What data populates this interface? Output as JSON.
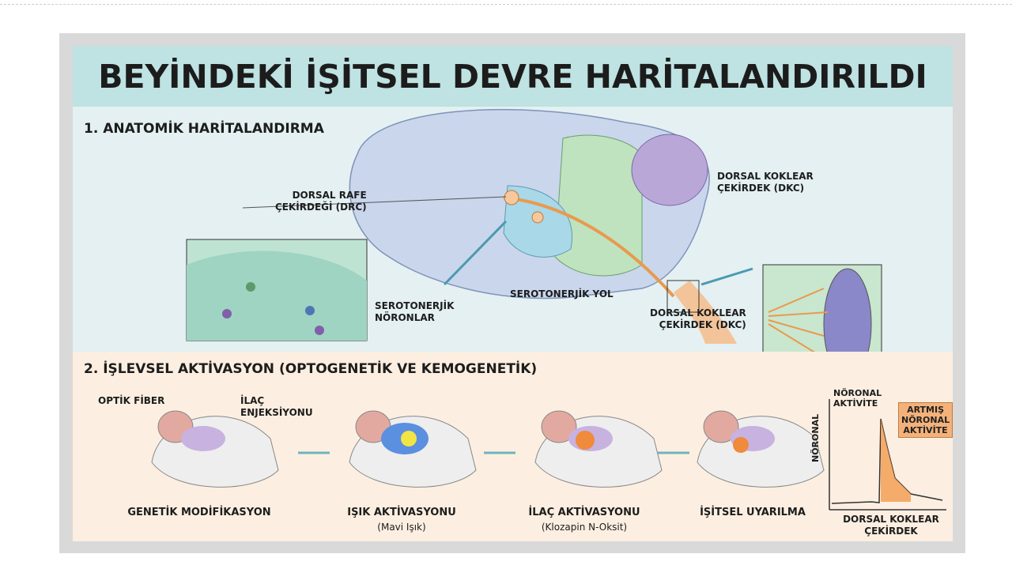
{
  "title": "BEYİNDEKİ İŞİTSEL DEVRE HARİTALANDIRILDI",
  "section1": {
    "heading": "1. ANATOMİK HARİTALANDIRMA",
    "labels": {
      "drc_line1": "DORSAL RAFE",
      "drc_line2": "ÇEKİRDEĞİ (DRC)",
      "dkc_top_line1": "DORSAL KOKLEAR",
      "dkc_top_line2": "ÇEKİRDEK (DKC)",
      "serotonergic_neurons_line1": "SEROTONERJİK",
      "serotonergic_neurons_line2": "NÖRONLAR",
      "serotonergic_path": "SEROTONERJİK YOL",
      "dkc_bottom_line1": "DORSAL KOKLEAR",
      "dkc_bottom_line2": "ÇEKİRDEK (DKC)"
    }
  },
  "section2": {
    "heading": "2. İŞLEVSEL AKTİVASYON (OPTOGENETİK VE KEMOGENETİK)",
    "optic_fiber": "OPTİK FİBER",
    "drug_injection_line1": "İLAÇ",
    "drug_injection_line2": "ENJEKSİYONU",
    "steps": [
      {
        "title": "GENETİK MODİFİKASYON",
        "subtitle": ""
      },
      {
        "title": "IŞIK AKTİVASYONU",
        "subtitle": "(Mavi Işık)"
      },
      {
        "title": "İLAÇ AKTİVASYONU",
        "subtitle": "(Klozapin N-Oksit)"
      },
      {
        "title": "İŞİTSEL UYARILMA",
        "subtitle": ""
      }
    ],
    "graph": {
      "y_axis": "NÖRONAL",
      "top_line1": "NÖRONAL",
      "top_line2": "AKTİVİTE",
      "x_line1": "DORSAL KOKLEAR",
      "x_line2": "ÇEKİRDEK",
      "badge_line1": "ARTMIŞ",
      "badge_line2": "NÖRONAL",
      "badge_line3": "AKTİVİTE"
    }
  },
  "colors": {
    "title_band": "#bfe2e2",
    "section1_bg": "#e4f0f2",
    "section2_bg": "#fcefe1",
    "pathway": "#e89a4e",
    "brain_blue": "#c9d6ec",
    "cerebellum": "#b9a7d8",
    "brainstem": "#bfe3bf"
  }
}
